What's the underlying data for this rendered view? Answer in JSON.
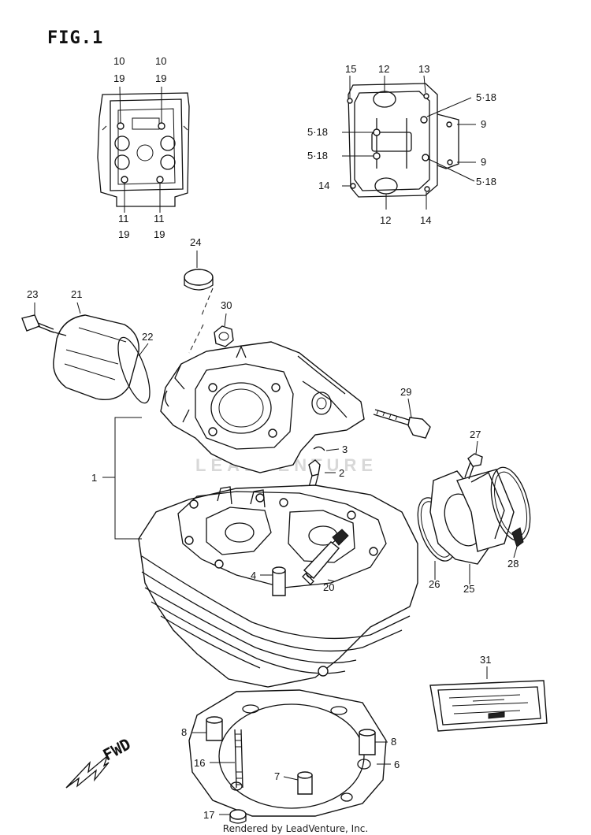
{
  "figure": {
    "title": "FIG.1",
    "watermark": "LEADVENTURE",
    "footer": "Rendered by LeadVenture, Inc."
  },
  "direction": {
    "label": "FWD"
  },
  "callouts": {
    "c10a": "10",
    "c19a": "19",
    "c10b": "10",
    "c19b": "19",
    "c11a": "11",
    "c19c": "19",
    "c11b": "11",
    "c19d": "19",
    "c15": "15",
    "c12a": "12",
    "c13": "13",
    "c518a": "5·18",
    "c518b": "5·18",
    "c9a": "9",
    "c518c": "5·18",
    "c9b": "9",
    "c518d": "5·18",
    "c14a": "14",
    "c12b": "12",
    "c14b": "14",
    "c24": "24",
    "c23": "23",
    "c21": "21",
    "c22": "22",
    "c30": "30",
    "c29": "29",
    "c1": "1",
    "c3": "3",
    "c2": "2",
    "c27": "27",
    "c4": "4",
    "c20": "20",
    "c26": "26",
    "c25": "25",
    "c28": "28",
    "c31": "31",
    "c8a": "8",
    "c8b": "8",
    "c16": "16",
    "c6": "6",
    "c7": "7",
    "c17": "17"
  }
}
